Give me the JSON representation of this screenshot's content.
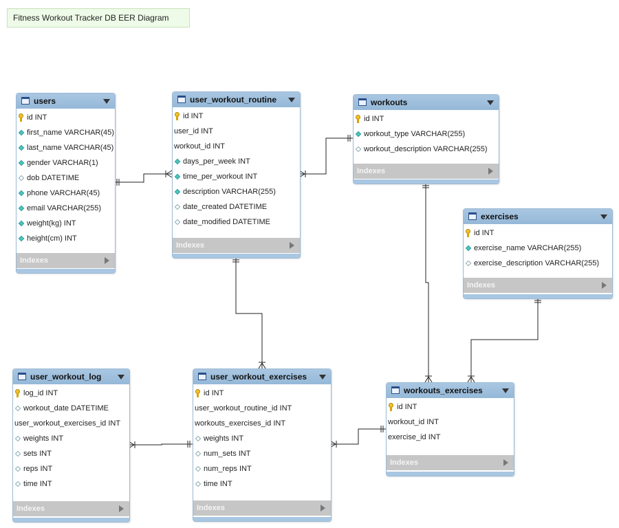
{
  "diagram_title": "Fitness Workout Tracker DB EER Diagram",
  "indexes_label": "Indexes",
  "entities": {
    "users": {
      "name": "users",
      "columns": [
        {
          "text": "id INT",
          "icon": "key-icon"
        },
        {
          "text": "first_name VARCHAR(45)",
          "icon": "not-null-diamond-icon"
        },
        {
          "text": "last_name VARCHAR(45)",
          "icon": "not-null-diamond-icon"
        },
        {
          "text": "gender VARCHAR(1)",
          "icon": "not-null-diamond-icon"
        },
        {
          "text": "dob DATETIME",
          "icon": "nullable-diamond-icon"
        },
        {
          "text": "phone VARCHAR(45)",
          "icon": "not-null-diamond-icon"
        },
        {
          "text": "email VARCHAR(255)",
          "icon": "not-null-diamond-icon"
        },
        {
          "text": "weight(kg) INT",
          "icon": "not-null-diamond-icon"
        },
        {
          "text": "height(cm) INT",
          "icon": "not-null-diamond-icon"
        }
      ]
    },
    "user_workout_routine": {
      "name": "user_workout_routine",
      "columns": [
        {
          "text": "id INT",
          "icon": "key-icon"
        },
        {
          "text": "user_id INT",
          "icon": "none"
        },
        {
          "text": "workout_id INT",
          "icon": "none"
        },
        {
          "text": "days_per_week INT",
          "icon": "not-null-diamond-icon"
        },
        {
          "text": "time_per_workout INT",
          "icon": "not-null-diamond-icon"
        },
        {
          "text": "description VARCHAR(255)",
          "icon": "not-null-diamond-icon"
        },
        {
          "text": "date_created DATETIME",
          "icon": "nullable-diamond-icon"
        },
        {
          "text": "date_modified DATETIME",
          "icon": "nullable-diamond-icon"
        }
      ]
    },
    "workouts": {
      "name": "workouts",
      "columns": [
        {
          "text": "id INT",
          "icon": "key-icon"
        },
        {
          "text": "workout_type VARCHAR(255)",
          "icon": "not-null-diamond-icon"
        },
        {
          "text": "workout_description VARCHAR(255)",
          "icon": "nullable-diamond-icon"
        }
      ]
    },
    "exercises": {
      "name": "exercises",
      "columns": [
        {
          "text": "id INT",
          "icon": "key-icon"
        },
        {
          "text": "exercise_name VARCHAR(255)",
          "icon": "not-null-diamond-icon"
        },
        {
          "text": "exercise_description VARCHAR(255)",
          "icon": "nullable-diamond-icon"
        }
      ]
    },
    "user_workout_log": {
      "name": "user_workout_log",
      "columns": [
        {
          "text": "log_id INT",
          "icon": "key-icon"
        },
        {
          "text": "workout_date DATETIME",
          "icon": "nullable-diamond-icon"
        },
        {
          "text": "user_workout_exercises_id INT",
          "icon": "none"
        },
        {
          "text": "weights INT",
          "icon": "nullable-diamond-icon"
        },
        {
          "text": "sets INT",
          "icon": "nullable-diamond-icon"
        },
        {
          "text": "reps INT",
          "icon": "nullable-diamond-icon"
        },
        {
          "text": "time INT",
          "icon": "nullable-diamond-icon"
        }
      ]
    },
    "user_workout_exercises": {
      "name": "user_workout_exercises",
      "columns": [
        {
          "text": "id INT",
          "icon": "key-icon"
        },
        {
          "text": "user_workout_routine_id INT",
          "icon": "none"
        },
        {
          "text": "workouts_exercises_id INT",
          "icon": "none"
        },
        {
          "text": "weights INT",
          "icon": "nullable-diamond-icon"
        },
        {
          "text": "num_sets INT",
          "icon": "nullable-diamond-icon"
        },
        {
          "text": "num_reps INT",
          "icon": "nullable-diamond-icon"
        },
        {
          "text": "time INT",
          "icon": "nullable-diamond-icon"
        }
      ]
    },
    "workouts_exercises": {
      "name": "workouts_exercises",
      "columns": [
        {
          "text": "id INT",
          "icon": "key-icon"
        },
        {
          "text": "workout_id INT",
          "icon": "none"
        },
        {
          "text": "exercise_id INT",
          "icon": "none"
        }
      ]
    }
  },
  "relationships": [
    {
      "from": "users",
      "to": "user_workout_routine",
      "from_end": "one",
      "to_end": "many"
    },
    {
      "from": "workouts",
      "to": "user_workout_routine",
      "from_end": "one",
      "to_end": "many"
    },
    {
      "from": "user_workout_routine",
      "to": "user_workout_exercises",
      "from_end": "one",
      "to_end": "many"
    },
    {
      "from": "workouts",
      "to": "workouts_exercises",
      "from_end": "one",
      "to_end": "many"
    },
    {
      "from": "exercises",
      "to": "workouts_exercises",
      "from_end": "one",
      "to_end": "many"
    },
    {
      "from": "user_workout_exercises",
      "to": "user_workout_log",
      "from_end": "one",
      "to_end": "many"
    },
    {
      "from": "workouts_exercises",
      "to": "user_workout_exercises",
      "from_end": "one",
      "to_end": "many"
    }
  ],
  "colors": {
    "header": "#9fc0de",
    "indexes_bar": "#c6c6c6",
    "title_box": "#eefbe8",
    "not_null_icon": "#4fc7c0",
    "key_icon": "#f1c232",
    "connector": "#222222"
  }
}
